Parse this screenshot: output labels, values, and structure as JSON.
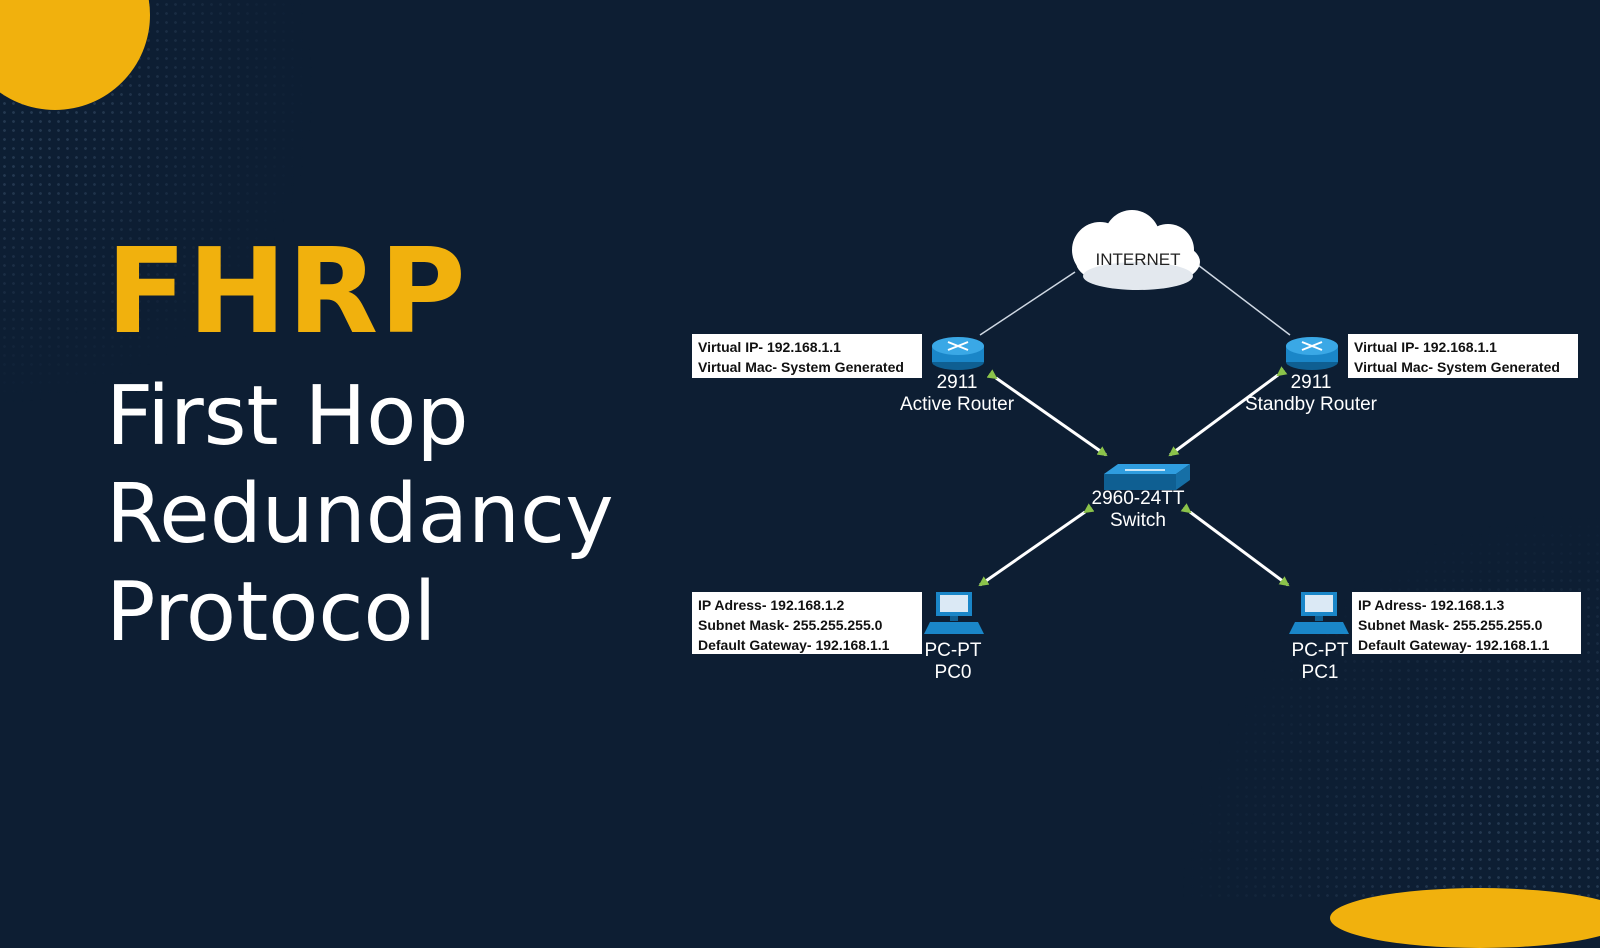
{
  "title": {
    "acronym": "FHRP",
    "lines": [
      "First Hop",
      "Redundancy",
      "Protocol"
    ]
  },
  "colors": {
    "background": "#0d1e33",
    "accent": "#f1b10d",
    "arrow": "#8bc34a",
    "device": "#1a86c8"
  },
  "diagram": {
    "cloud": {
      "label": "INTERNET",
      "icon": "cloud-icon"
    },
    "active_router": {
      "model": "2911",
      "name": "Active Router",
      "icon": "router-icon",
      "info": [
        "Virtual IP- 192.168.1.1",
        "Virtual Mac- System Generated"
      ]
    },
    "standby_router": {
      "model": "2911",
      "name": "Standby Router",
      "icon": "router-icon",
      "info": [
        "Virtual IP- 192.168.1.1",
        "Virtual Mac- System Generated"
      ]
    },
    "switch": {
      "model": "2960-24TT",
      "name": "Switch",
      "icon": "switch-icon"
    },
    "pc0": {
      "type": "PC-PT",
      "name": "PC0",
      "icon": "pc-icon",
      "info": [
        "IP Adress- 192.168.1.2",
        "Subnet Mask- 255.255.255.0",
        "Default Gateway- 192.168.1.1"
      ]
    },
    "pc1": {
      "type": "PC-PT",
      "name": "PC1",
      "icon": "pc-icon",
      "info": [
        "IP Adress- 192.168.1.3",
        "Subnet Mask- 255.255.255.0",
        "Default Gateway- 192.168.1.1"
      ]
    }
  }
}
